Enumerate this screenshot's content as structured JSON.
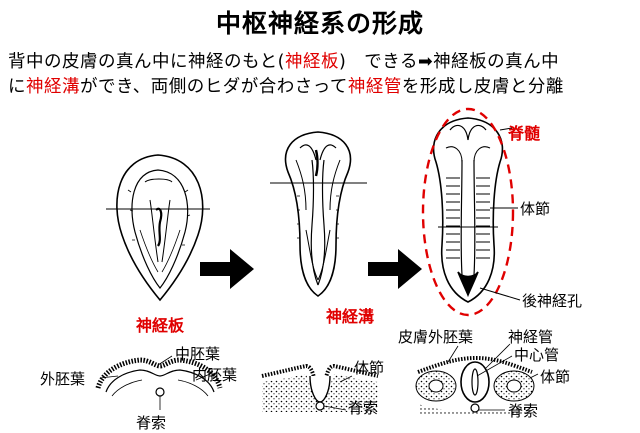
{
  "title": "中枢神経系の形成",
  "desc": {
    "l1_a": "背中の皮膚の真ん中に神経のもと(",
    "l1_red": "神経板",
    "l1_b": ")　できる",
    "l1_arrow": "➡",
    "l1_c": "神経板の真ん中",
    "l2_a": "に",
    "l2_red1": "神経溝",
    "l2_b": "ができ、両側のヒダが合わさって",
    "l2_red2": "神経管",
    "l2_c": "を形成し皮膚と分離"
  },
  "stage1": {
    "name": "神経板",
    "labels": {
      "ectoderm": "外胚葉",
      "mesoderm": "中胚葉",
      "endoderm": "内胚葉",
      "notochord": "脊索"
    }
  },
  "stage2": {
    "name": "神経溝",
    "labels": {
      "somite": "体節",
      "notochord": "脊索"
    }
  },
  "stage3": {
    "labels": {
      "spinal_cord": "脊髄",
      "somite_top": "体節",
      "posterior_neuropore": "後神経孔",
      "skin_ectoderm": "皮膚外胚葉",
      "neural_tube": "神経管",
      "central_canal": "中心管",
      "somite": "体節",
      "notochord": "脊索"
    }
  },
  "colors": {
    "accent": "#e00000",
    "ink": "#000000"
  }
}
